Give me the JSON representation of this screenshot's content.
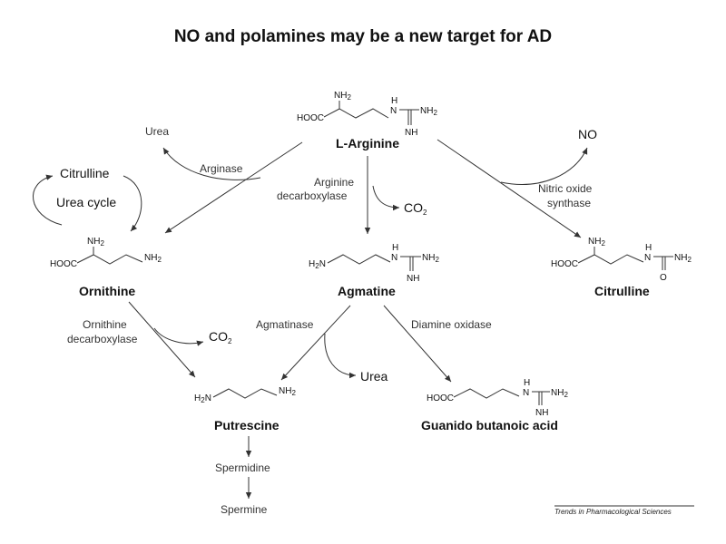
{
  "title": "NO and polamines may be a new target for AD",
  "nodes": {
    "arginine": "L-Arginine",
    "ornithine": "Ornithine",
    "agmatine": "Agmatine",
    "citrulline_right": "Citrulline",
    "putrescine": "Putrescine",
    "guanido": "Guanido butanoic acid",
    "spermidine": "Spermidine",
    "spermine": "Spermine",
    "citrulline_cycle": "Citrulline",
    "urea_cycle": "Urea cycle",
    "urea_top": "Urea",
    "urea_mid": "Urea",
    "no": "NO"
  },
  "enzymes": {
    "arginase": "Arginase",
    "arginine_decarboxylase_1": "Arginine",
    "arginine_decarboxylase_2": "decarboxylase",
    "nos_1": "Nitric oxide",
    "nos_2": "synthase",
    "ornithine_decarboxylase_1": "Ornithine",
    "ornithine_decarboxylase_2": "decarboxylase",
    "agmatinase": "Agmatinase",
    "diamine_oxidase": "Diamine oxidase"
  },
  "co2": {
    "base": "CO",
    "sub": "2"
  },
  "chem": {
    "nh2_base": "NH",
    "sub2": "2",
    "h2n_base": "H",
    "h2n_tail": "N",
    "hooc": "HOOC",
    "h": "H",
    "n": "N",
    "nh": "NH",
    "o": "O"
  },
  "footer": "Trends in Pharmacological Sciences"
}
